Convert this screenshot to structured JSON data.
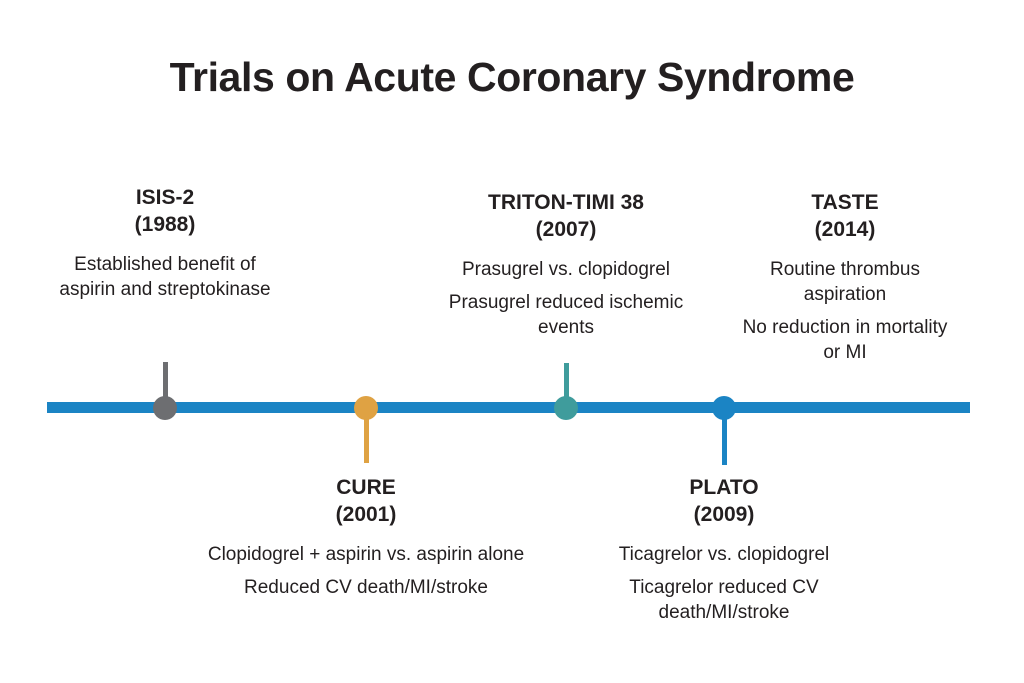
{
  "title": "Trials on Acute Coronary Syndrome",
  "colors": {
    "background": "#ffffff",
    "axis": "#1b84c4",
    "text": "#231f20",
    "marker_isis2": "#6d6e71",
    "marker_cure": "#e0a councils",
    "marker_cure_hex": "#dfa243",
    "marker_triton": "#3f9c9c",
    "marker_plato": "#1b84c4"
  },
  "timeline": {
    "axis_label": "acute-coronary-syndrome-timeline",
    "events": [
      {
        "id": "isis-2",
        "name": "ISIS-2",
        "year": "(1988)",
        "position": "above",
        "color": "#6d6e71",
        "descriptions": [
          "Established benefit of aspirin and streptokinase"
        ]
      },
      {
        "id": "cure",
        "name": "CURE",
        "year": "(2001)",
        "position": "below",
        "color": "#dfa243",
        "descriptions": [
          "Clopidogrel + aspirin vs. aspirin alone",
          "Reduced CV death/MI/stroke"
        ]
      },
      {
        "id": "triton-timi-38",
        "name": "TRITON-TIMI 38",
        "year": "(2007)",
        "position": "above",
        "color": "#3f9c9c",
        "descriptions": [
          "Prasugrel vs. clopidogrel",
          "Prasugrel reduced ischemic events"
        ]
      },
      {
        "id": "plato",
        "name": "PLATO",
        "year": "(2009)",
        "position": "below",
        "color": "#1b84c4",
        "descriptions": [
          "Ticagrelor vs. clopidogrel",
          "Ticagrelor reduced CV death/MI/stroke"
        ]
      },
      {
        "id": "taste",
        "name": "TASTE",
        "year": "(2014)",
        "position": "above",
        "color": "#1b84c4",
        "descriptions": [
          "Routine thrombus aspiration",
          "No reduction in mortality or MI"
        ]
      }
    ]
  }
}
